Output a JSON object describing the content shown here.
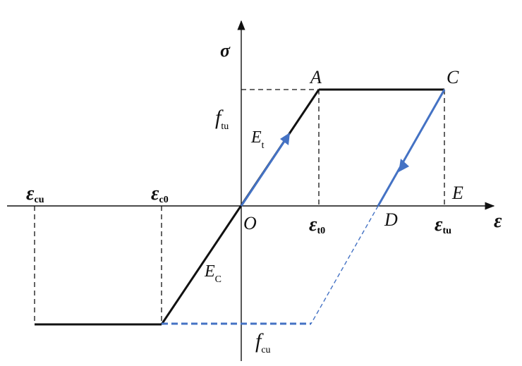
{
  "diagram": {
    "axes": {
      "x_label": {
        "main": "ε"
      },
      "y_label": {
        "main": "σ"
      }
    },
    "points": {
      "origin": "O",
      "A": "A",
      "C": "C",
      "D": "D",
      "E": "E"
    },
    "strain_labels": {
      "eps_cu": {
        "main": "ε",
        "sub": "cu"
      },
      "eps_c0": {
        "main": "ε",
        "sub": "c0"
      },
      "eps_t0": {
        "main": "ε",
        "sub": "t0"
      },
      "eps_tu": {
        "main": "ε",
        "sub": "tu"
      }
    },
    "stress_labels": {
      "f_tu": {
        "main": "f",
        "sub": "tu"
      },
      "f_cu": {
        "main": "f",
        "sub": "cu"
      }
    },
    "moduli": {
      "E_t": {
        "main": "E",
        "sub": "t"
      },
      "E_c": {
        "main": "E",
        "sub": "C"
      }
    },
    "colors": {
      "axis": "#111111",
      "envelope": "#111111",
      "unloading": "#4472c4",
      "dashed_guide": "#111111"
    }
  }
}
